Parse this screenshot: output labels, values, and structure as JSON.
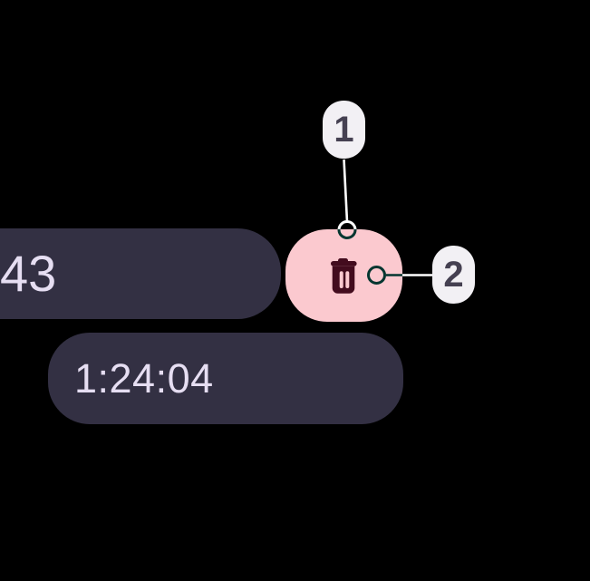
{
  "screen": {
    "background": "#000000"
  },
  "recorder": {
    "elapsed_time_fragment": "43",
    "duration_chip_value": "1:24:04",
    "pill_bg_color": "#333043",
    "pill_text_color": "#E6DEF2",
    "delete_button": {
      "icon": "trash-icon",
      "bg_color": "#FBC9CF",
      "icon_color": "#430C1E"
    }
  },
  "callouts": {
    "badge_bg_color": "#F2F0F4",
    "badge_text_color": "#454051",
    "connector_color": "#FFFFFF",
    "items": [
      {
        "number": "1"
      },
      {
        "number": "2"
      }
    ]
  }
}
